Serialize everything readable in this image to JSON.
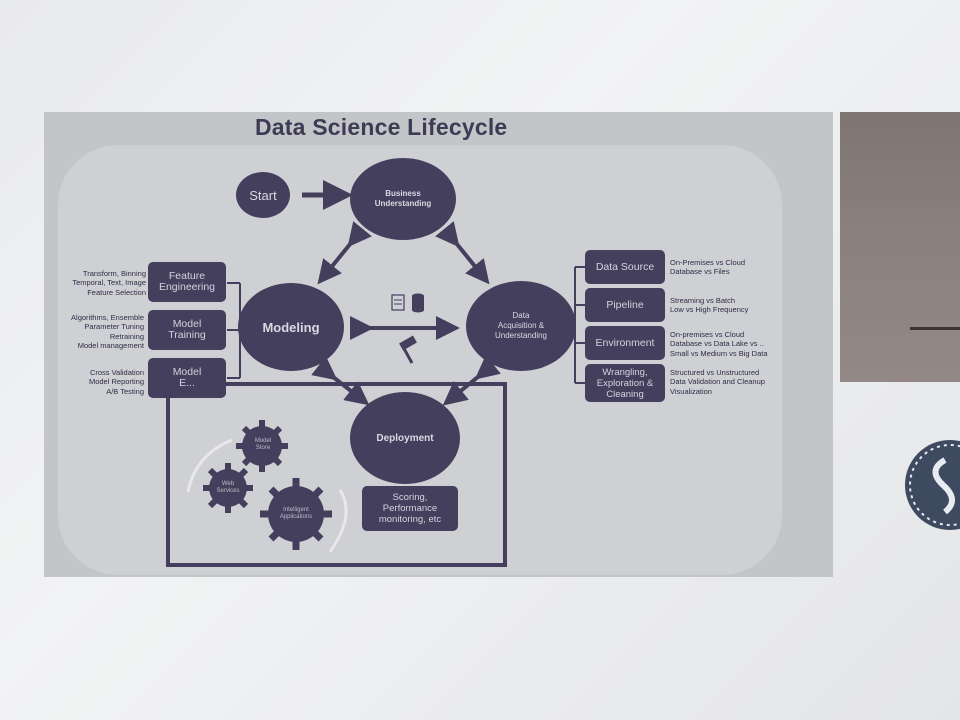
{
  "title": "Data Science Lifecycle",
  "nodes": {
    "start": "Start",
    "business": "Business\nUnderstanding",
    "modeling": "Modeling",
    "data_acq": "Data\nAcquisition &\nUnderstanding",
    "deployment": "Deployment"
  },
  "left_boxes": [
    {
      "label": "Feature\nEngineering",
      "note": "Transform, Binning\nTemporal, Text, Image\nFeature Selection"
    },
    {
      "label": "Model\nTraining",
      "note": "Algorithms, Ensemble\nParameter Tuning\nRetraining\nModel management"
    },
    {
      "label": "Model\nE...",
      "note": "Cross Validation\nModel Reporting\nA/B Testing"
    }
  ],
  "right_boxes": [
    {
      "label": "Data Source",
      "note": "On-Premises vs Cloud\nDatabase vs Files"
    },
    {
      "label": "Pipeline",
      "note": "Streaming vs Batch\nLow vs High Frequency"
    },
    {
      "label": "Environment",
      "note": "On-premises vs Cloud\nDatabase vs Data Lake vs ..\nSmall vs Medium vs Big Data"
    },
    {
      "label": "Wrangling,\nExploration &\nCleaning",
      "note": "Structured vs Unstructured\nData Validation and Cleanup\nVisualization"
    }
  ],
  "deployment_box": "Scoring,\nPerformance\nmonitoring, etc",
  "gears": [
    "Model\nStore",
    "Web\nServices",
    "Intelligent\nApplications"
  ],
  "colors": {
    "primary": "#433f5c",
    "slide": "#c4c5c9"
  }
}
